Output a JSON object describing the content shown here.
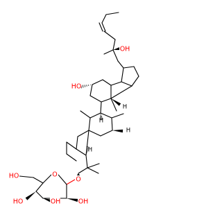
{
  "colors": {
    "bond": "#000000",
    "oxygen": "#ff0000",
    "hydrogen": "#000000",
    "background": "#ffffff"
  },
  "labels": {
    "oh_side_chain": "OH",
    "oh_c12": "HO",
    "h_c17": "H",
    "h_c9": "H",
    "h_c5": "H",
    "o_glycosidic": "O",
    "o_ring": "O",
    "ho_c6": "HO",
    "ho_c4": "HO",
    "oh_c3": "OH",
    "oh_c2": "OH",
    "h_c13": "H"
  }
}
